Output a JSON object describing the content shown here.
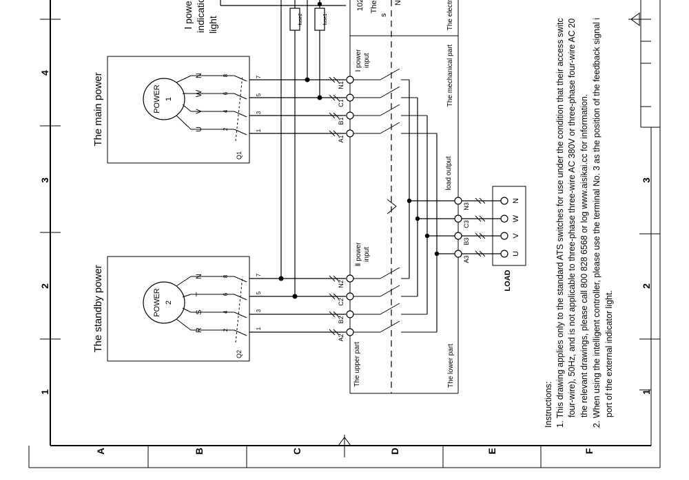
{
  "frame": {
    "top_digits": [
      "4",
      "3",
      "2",
      "1"
    ],
    "right_digits": [
      "3",
      "2",
      "1"
    ],
    "bottom_letters": [
      "A",
      "B",
      "C",
      "D",
      "E",
      "F"
    ]
  },
  "main_power": {
    "title": "The main power",
    "motor": "POWER",
    "motor_num": "1",
    "phases": [
      "U",
      "V",
      "W",
      "N"
    ],
    "breaker": "Q1",
    "upper_terms": [
      "2",
      "4",
      "6",
      "8"
    ],
    "lower_terms": [
      "1",
      "3",
      "5",
      "7"
    ]
  },
  "standby_power": {
    "title": "The standby power",
    "motor": "POWER",
    "motor_num": "2",
    "phases": [
      "R",
      "S",
      "T",
      "N"
    ],
    "breaker": "Q2",
    "upper_terms": [
      "2",
      "4",
      "6",
      "8"
    ],
    "lower_terms": [
      "1",
      "3",
      "5",
      "7"
    ]
  },
  "ats": {
    "input1_terms": [
      "A1",
      "B1",
      "C1",
      "N1"
    ],
    "input2_terms": [
      "A2",
      "B2",
      "C2",
      "N2"
    ],
    "output_terms": [
      "A3",
      "B3",
      "C3",
      "N3"
    ],
    "power1_input": [
      "Ⅰ power",
      "input"
    ],
    "power2_input": [
      "Ⅱ power",
      "input"
    ],
    "load_output": "load output",
    "mechanical_part": "The mechanical part",
    "upper_part": "The upper part",
    "lower_part": "The lower part",
    "electrical_part_partial": "The electr",
    "top_fragment": [
      "102",
      "The",
      "s",
      "N"
    ]
  },
  "indicator": {
    "label": [
      "Ⅰ powe",
      "indicatio",
      "light"
    ],
    "fuse1": "fuse1",
    "fuse2": "fuse2"
  },
  "load": {
    "title": "LOAD",
    "phases": [
      "U",
      "V",
      "W",
      "N"
    ]
  },
  "instructions": {
    "heading": "Instructions:",
    "lines": [
      "1. This drawing applies only to the standard ATS switches for use under the condition that their access switc",
      "four-wire), 50Hz, and is not applicable to three-phase three-wire AC 380V or three-phase four-wire AC 20",
      "the relevant drawings, please call 800 828 6568 or log www.aisikai.cc for information.",
      "2. When using the intelligent controller, please use the terminal No. 3 as the position of the feedback signal i",
      "port of the external indicator light."
    ]
  }
}
